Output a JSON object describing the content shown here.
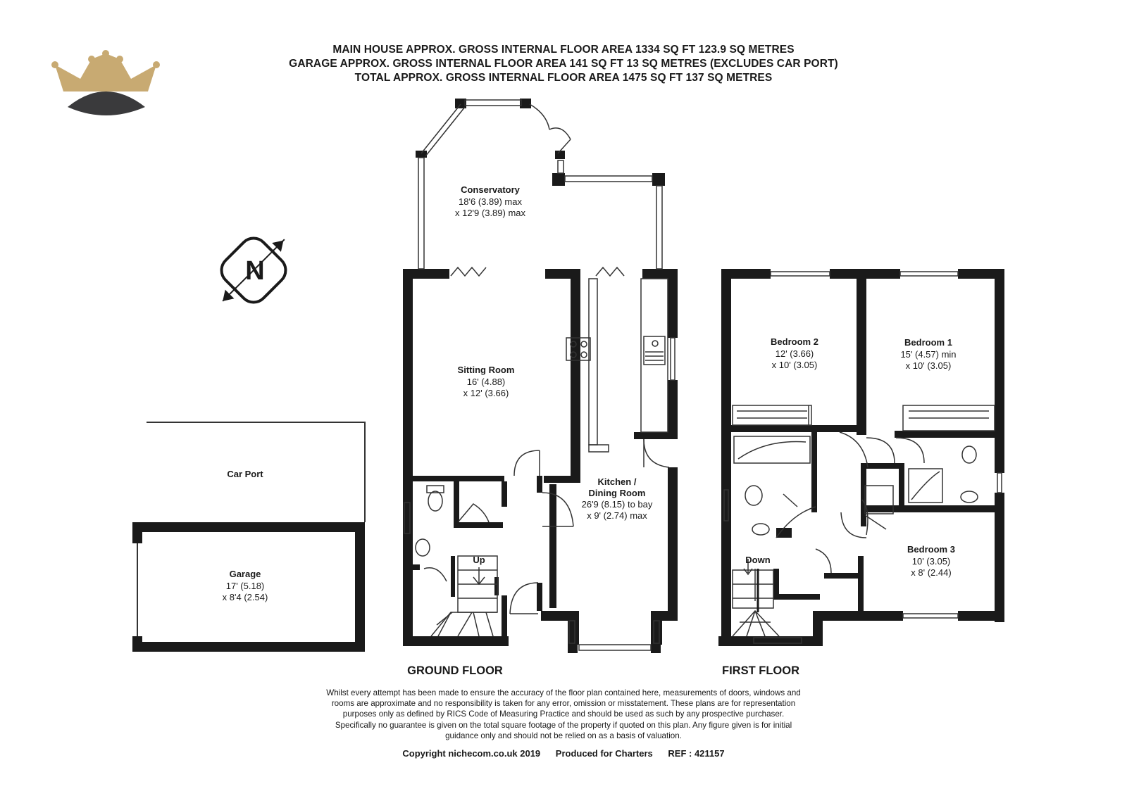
{
  "header": {
    "line1": "MAIN HOUSE APPROX. GROSS INTERNAL FLOOR AREA 1334 SQ FT 123.9 SQ METRES",
    "line2": "GARAGE APPROX. GROSS INTERNAL FLOOR AREA 141 SQ FT 13 SQ METRES (EXCLUDES CAR PORT)",
    "line3": "TOTAL APPROX. GROSS INTERNAL FLOOR AREA 1475 SQ FT 137 SQ METRES"
  },
  "logo": {
    "icon": "crown-logo-icon",
    "gold": "#c8aa72",
    "dark": "#3a3a3c"
  },
  "compass": {
    "icon": "north-compass-icon",
    "letter": "N"
  },
  "rooms": {
    "conservatory": {
      "name": "Conservatory",
      "dim1": "18'6 (3.89) max",
      "dim2": "x 12'9 (3.89) max"
    },
    "sitting_room": {
      "name": "Sitting Room",
      "dim1": "16' (4.88)",
      "dim2": "x 12' (3.66)"
    },
    "kitchen": {
      "name1": "Kitchen /",
      "name2": "Dining Room",
      "dim1": "26'9 (8.15) to bay",
      "dim2": "x 9' (2.74) max"
    },
    "car_port": {
      "name": "Car Port"
    },
    "garage": {
      "name": "Garage",
      "dim1": "17' (5.18)",
      "dim2": "x 8'4 (2.54)"
    },
    "bedroom2": {
      "name": "Bedroom 2",
      "dim1": "12' (3.66)",
      "dim2": "x 10' (3.05)"
    },
    "bedroom1": {
      "name": "Bedroom 1",
      "dim1": "15' (4.57) min",
      "dim2": "x 10' (3.05)"
    },
    "bedroom3": {
      "name": "Bedroom 3",
      "dim1": "10' (3.05)",
      "dim2": "x 8' (2.44)"
    }
  },
  "stairs": {
    "up": "Up",
    "down": "Down"
  },
  "floors": {
    "ground": "GROUND FLOOR",
    "first": "FIRST FLOOR"
  },
  "disclaimer": [
    "Whilst every attempt has been made to ensure the accuracy of the floor plan contained here, measurements of doors, windows and",
    "rooms are approximate and no responsibility is taken for any error, omission or misstatement. These plans are for representation",
    "purposes only as defined by RICS Code of Measuring Practice and should be used as such by any prospective purchaser.",
    "Specifically no guarantee is given on the total square footage of the property if quoted on this plan. Any figure given is for initial",
    "guidance only and should not be relied on as a basis of valuation."
  ],
  "footer": {
    "copyright": "Copyright nichecom.co.uk 2019",
    "produced": "Produced for Charters",
    "ref": "REF :  421157"
  },
  "colors": {
    "wall": "#1a1a1a",
    "line": "#333333"
  }
}
